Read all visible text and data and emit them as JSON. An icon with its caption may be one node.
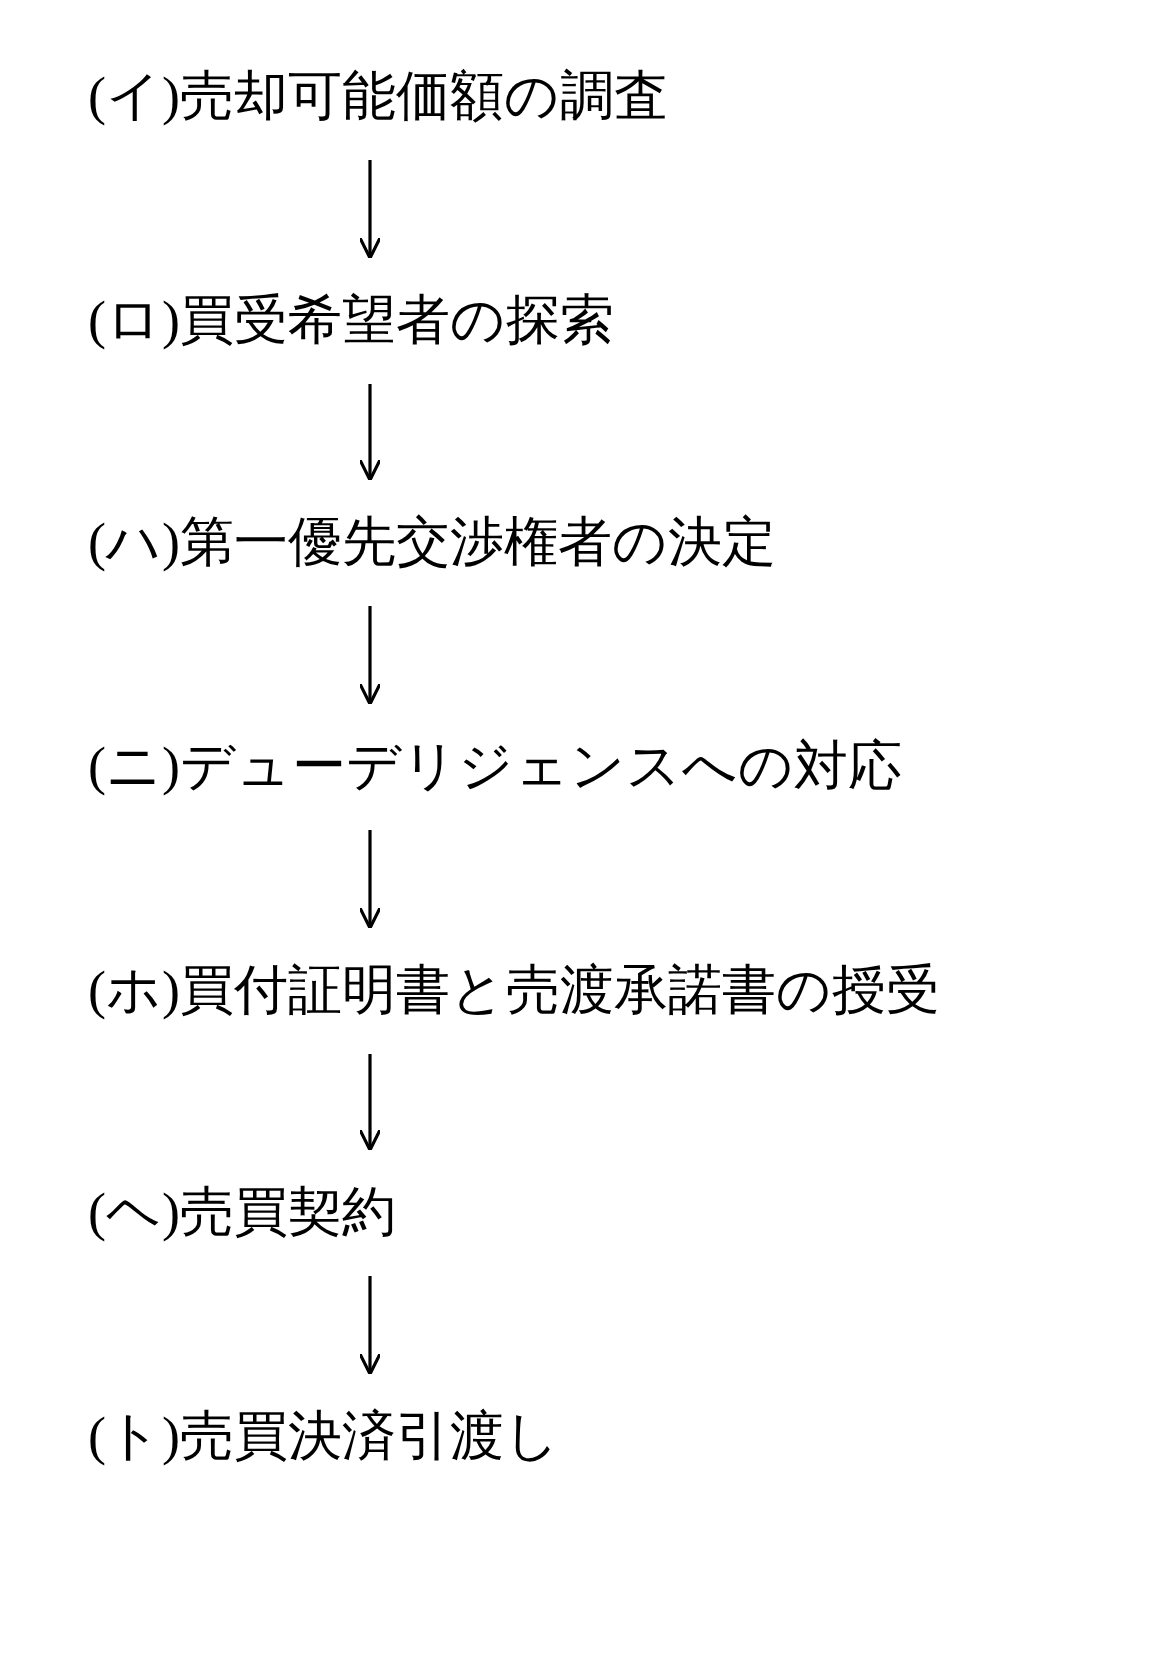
{
  "diagram": {
    "nodes": [
      {
        "text": [
          "(イ)売却可能価額の調査"
        ]
      },
      {
        "text": [
          "(ロ)買受希望者の探索"
        ]
      },
      {
        "text": [
          "(ハ)第一優先交渉権者の決定"
        ]
      },
      {
        "text": [
          "(ニ)デューデリジェンスへの対応"
        ]
      },
      {
        "text": [
          "(ホ)買付証明書と売渡承諾書の授受"
        ]
      },
      {
        "text": [
          "(ヘ)売買契約"
        ]
      },
      {
        "text": [
          "(ト)売買決済引渡し"
        ]
      }
    ],
    "edges": [
      {
        "from": 0,
        "to": 1,
        "arrow": "to"
      },
      {
        "from": 1,
        "to": 2,
        "arrow": "to"
      },
      {
        "from": 2,
        "to": 3,
        "arrow": "to"
      },
      {
        "from": 3,
        "to": 4,
        "arrow": "to"
      },
      {
        "from": 4,
        "to": 5,
        "arrow": "to"
      },
      {
        "from": 5,
        "to": 6,
        "arrow": "to"
      }
    ]
  }
}
